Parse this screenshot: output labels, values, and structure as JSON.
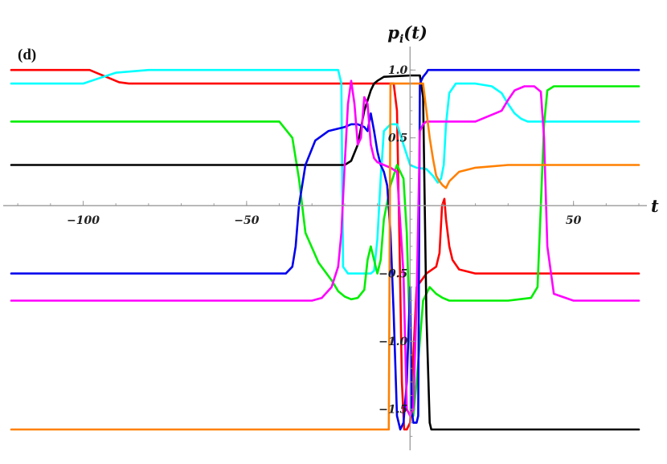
{
  "chart_data": {
    "type": "line",
    "panel_label": "(d)",
    "xlabel": "t",
    "ylabel": "pi(t)",
    "xlim": [
      -122,
      70
    ],
    "ylim": [
      -1.78,
      1.09
    ],
    "x_ticks": [
      {
        "value": -100,
        "label": "−100"
      },
      {
        "value": -50,
        "label": "−50"
      },
      {
        "value": 50,
        "label": "50"
      }
    ],
    "y_ticks": [
      {
        "value": 1.0,
        "label": "1.0"
      },
      {
        "value": 0.5,
        "label": "0.5"
      },
      {
        "value": -0.5,
        "label": "−0.5"
      },
      {
        "value": -1.0,
        "label": "−1.0"
      },
      {
        "value": -1.5,
        "label": "−1.5"
      }
    ],
    "x_minor_step": 10,
    "y_minor_step": 0.1,
    "grid": false,
    "series": [
      {
        "color": "#ff0000",
        "x": [
          -122,
          -98,
          -95,
          -92,
          -89,
          -86,
          -5,
          -4,
          -3.2,
          -2.5,
          -1.8,
          -1,
          0,
          2,
          5,
          8,
          9,
          9.8,
          10.5,
          11,
          12,
          13,
          15,
          20,
          70
        ],
        "y": [
          1.0,
          1.0,
          0.97,
          0.94,
          0.91,
          0.9,
          0.9,
          0.7,
          -0.3,
          -1.3,
          -1.65,
          -1.65,
          -1.6,
          -0.6,
          -0.5,
          -0.45,
          -0.35,
          0.0,
          0.05,
          -0.1,
          -0.3,
          -0.4,
          -0.47,
          -0.5,
          -0.5
        ]
      },
      {
        "color": "#00ffff",
        "x": [
          -122,
          -100,
          -95,
          -90,
          -80,
          -22,
          -21,
          -20.5,
          -19,
          -12,
          -11,
          -10,
          -9,
          -8,
          -6,
          -4,
          -2,
          0,
          2,
          5,
          7,
          8.5,
          9.5,
          10.3,
          11,
          12,
          14,
          20,
          25,
          28,
          30,
          32,
          34,
          36,
          40,
          50,
          70
        ],
        "y": [
          0.9,
          0.9,
          0.94,
          0.98,
          1.0,
          1.0,
          0.9,
          -0.45,
          -0.5,
          -0.5,
          -0.48,
          -0.25,
          0.2,
          0.55,
          0.6,
          0.6,
          0.45,
          0.3,
          0.28,
          0.27,
          0.22,
          0.17,
          0.2,
          0.3,
          0.6,
          0.83,
          0.9,
          0.9,
          0.88,
          0.83,
          0.75,
          0.68,
          0.64,
          0.62,
          0.62,
          0.62,
          0.62
        ]
      },
      {
        "color": "#00ee00",
        "x": [
          -122,
          -40,
          -36,
          -34,
          -32,
          -28,
          -24,
          -22,
          -20,
          -18,
          -16,
          -14,
          -13,
          -12,
          -10,
          -9,
          -8,
          -6,
          -4,
          -2,
          -1,
          0,
          1,
          2,
          4,
          6,
          8,
          10,
          12,
          14,
          20,
          30,
          37,
          39,
          40,
          41,
          42,
          44,
          50,
          70
        ],
        "y": [
          0.62,
          0.62,
          0.5,
          0.2,
          -0.2,
          -0.42,
          -0.55,
          -0.63,
          -0.67,
          -0.69,
          -0.68,
          -0.62,
          -0.4,
          -0.3,
          -0.5,
          -0.4,
          -0.1,
          0.15,
          0.3,
          0.2,
          -0.2,
          -1.0,
          -1.55,
          -1.3,
          -0.7,
          -0.6,
          -0.65,
          -0.68,
          -0.7,
          -0.7,
          -0.7,
          -0.7,
          -0.68,
          -0.6,
          0.0,
          0.6,
          0.85,
          0.88,
          0.88,
          0.88
        ]
      },
      {
        "color": "#000000",
        "x": [
          -122,
          -20,
          -18,
          -16,
          -14,
          -12,
          -11,
          -10,
          -8,
          0,
          3,
          4,
          5,
          6,
          6.5,
          7,
          8,
          9,
          12,
          70
        ],
        "y": [
          0.3,
          0.3,
          0.33,
          0.45,
          0.7,
          0.85,
          0.9,
          0.92,
          0.95,
          0.96,
          0.96,
          0.8,
          -0.8,
          -1.6,
          -1.65,
          -1.65,
          -1.65,
          -1.65,
          -1.65,
          -1.65
        ]
      },
      {
        "color": "#0000ee",
        "x": [
          -122,
          -38,
          -36,
          -35,
          -34,
          -32,
          -29,
          -25,
          -20,
          -18,
          -16,
          -14,
          -13,
          -12,
          -11,
          -10,
          -9,
          -8,
          -7,
          -6,
          -5,
          -4,
          -3,
          -2,
          -1,
          0,
          0.5,
          1,
          1.5,
          2,
          2.5,
          3,
          4,
          5,
          5.5,
          6,
          7,
          10,
          70
        ],
        "y": [
          -0.5,
          -0.5,
          -0.45,
          -0.3,
          0.0,
          0.3,
          0.48,
          0.55,
          0.58,
          0.6,
          0.6,
          0.58,
          0.55,
          0.68,
          0.55,
          0.4,
          0.3,
          0.25,
          0.15,
          -0.2,
          -0.8,
          -1.55,
          -1.65,
          -1.6,
          -1.3,
          -0.6,
          -1.5,
          -1.6,
          -1.6,
          -1.6,
          -1.55,
          0.9,
          0.95,
          0.98,
          1.0,
          1.0,
          1.0,
          1.0,
          1.0
        ]
      },
      {
        "color": "#ff00ff",
        "x": [
          -122,
          -30,
          -27,
          -24,
          -22,
          -21,
          -20,
          -19,
          -18,
          -17,
          -16,
          -15,
          -14,
          -13,
          -12,
          -11,
          -10,
          -8,
          -6,
          -4,
          -2,
          -1,
          0,
          1,
          2,
          3,
          4,
          5,
          6,
          8,
          20,
          28,
          30,
          32,
          35,
          38,
          40,
          41,
          42,
          44,
          50,
          70
        ],
        "y": [
          -0.7,
          -0.7,
          -0.68,
          -0.6,
          -0.45,
          -0.2,
          0.3,
          0.75,
          0.92,
          0.75,
          0.45,
          0.5,
          0.8,
          0.75,
          0.45,
          0.35,
          0.32,
          0.3,
          0.28,
          0.25,
          -0.5,
          -1.5,
          -1.55,
          -1.5,
          -0.7,
          0.55,
          0.6,
          0.62,
          0.62,
          0.62,
          0.62,
          0.7,
          0.78,
          0.85,
          0.88,
          0.88,
          0.84,
          0.5,
          -0.3,
          -0.65,
          -0.7,
          -0.7
        ]
      },
      {
        "color": "#ff8000",
        "x": [
          -122,
          -7,
          -6.5,
          -6,
          -5.5,
          -5,
          -2,
          0,
          2,
          4,
          5,
          6,
          7,
          8,
          9,
          10,
          11,
          12,
          15,
          20,
          30,
          70
        ],
        "y": [
          -1.65,
          -1.65,
          -1.65,
          0.9,
          0.9,
          0.9,
          0.9,
          0.9,
          0.9,
          0.9,
          0.7,
          0.5,
          0.35,
          0.22,
          0.18,
          0.15,
          0.13,
          0.18,
          0.25,
          0.28,
          0.3,
          0.3
        ]
      }
    ]
  }
}
